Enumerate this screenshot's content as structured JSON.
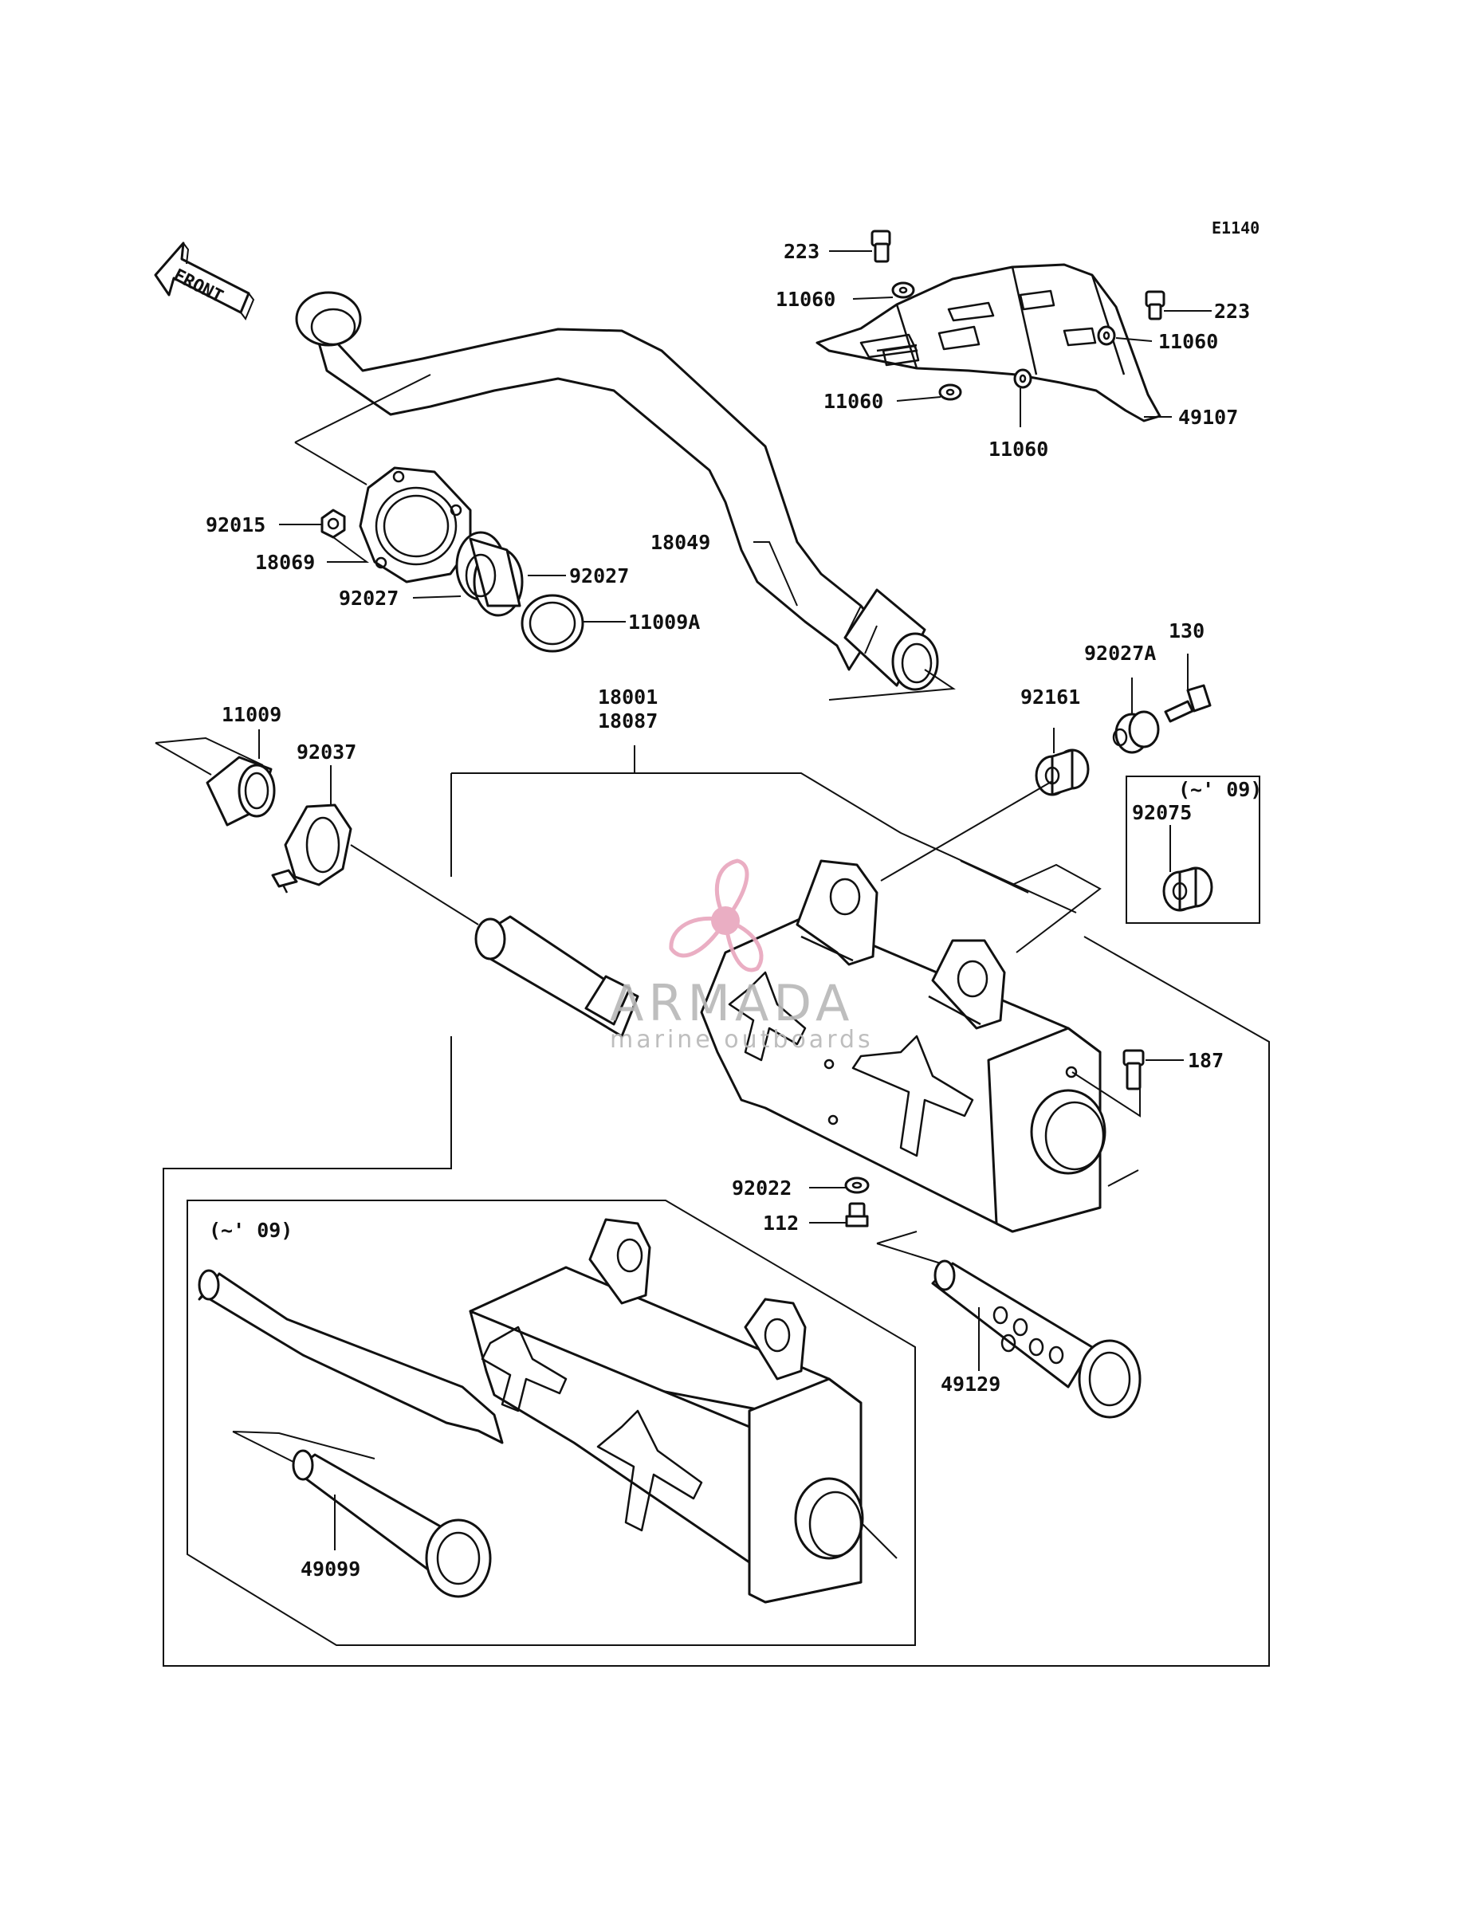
{
  "diagram": {
    "ref_code": "E1140",
    "front_label": "FRONT",
    "notes": {
      "inset_muffler": "(~' 09)",
      "inset_grommet": "(~' 09)"
    },
    "labels": {
      "p223a": "223",
      "p223b": "223",
      "p11060a": "11060",
      "p11060b": "11060",
      "p11060c": "11060",
      "p11060d": "11060",
      "p49107": "49107",
      "p92015": "92015",
      "p18069": "18069",
      "p92027a": "92027",
      "p92027b": "92027",
      "p11009A": "11009A",
      "p18049": "18049",
      "p130": "130",
      "p92027A": "92027A",
      "p92161": "92161",
      "p18001": "18001",
      "p18087": "18087",
      "p11009": "11009",
      "p92037": "92037",
      "p92075": "92075",
      "p187": "187",
      "p92022": "92022",
      "p112": "112",
      "p49129": "49129",
      "p49099": "49099"
    }
  },
  "watermark": {
    "name": "ARMADA",
    "tagline": "marine outboards",
    "color": "#e8a6bd"
  }
}
